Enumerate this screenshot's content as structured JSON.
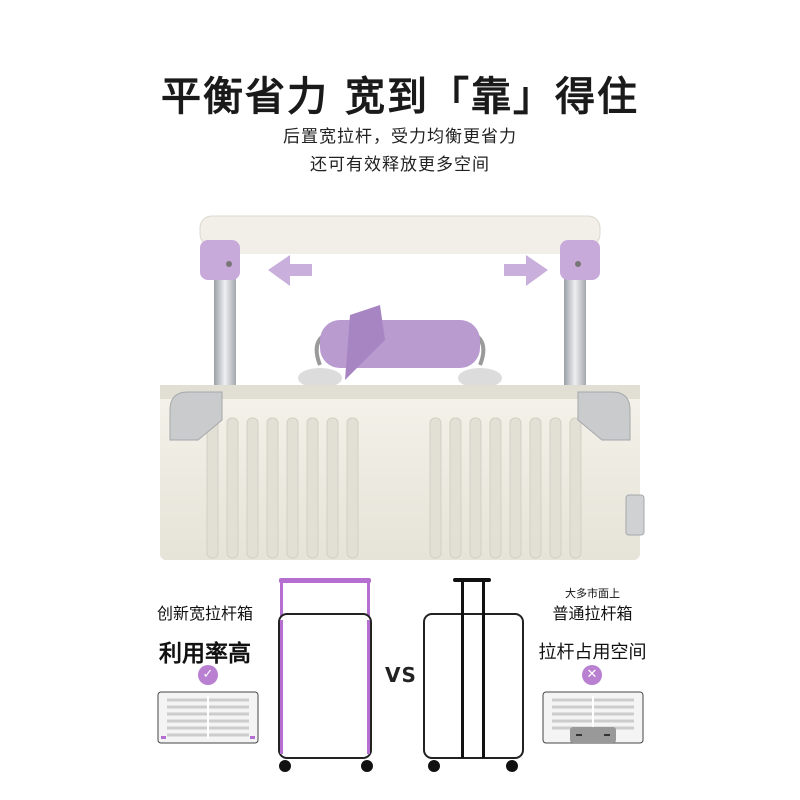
{
  "header": {
    "title": "平衡省力 宽到「靠」得住",
    "subtitle_line1": "后置宽拉杆，受力均衡更省力",
    "subtitle_line2": "还可有效释放更多空间"
  },
  "comparison": {
    "left": {
      "name": "创新宽拉杆箱",
      "feature": "利用率高",
      "status_icon": "check-icon"
    },
    "vs_label": "VS",
    "right": {
      "note": "大多市面上",
      "name": "普通拉杆箱",
      "feature": "拉杆占用空间",
      "status_icon": "cross-icon"
    }
  },
  "colors": {
    "accent_purple": "#b56fd0",
    "handle_lilac": "#c8a6d9",
    "case_cream": "#efede4"
  }
}
